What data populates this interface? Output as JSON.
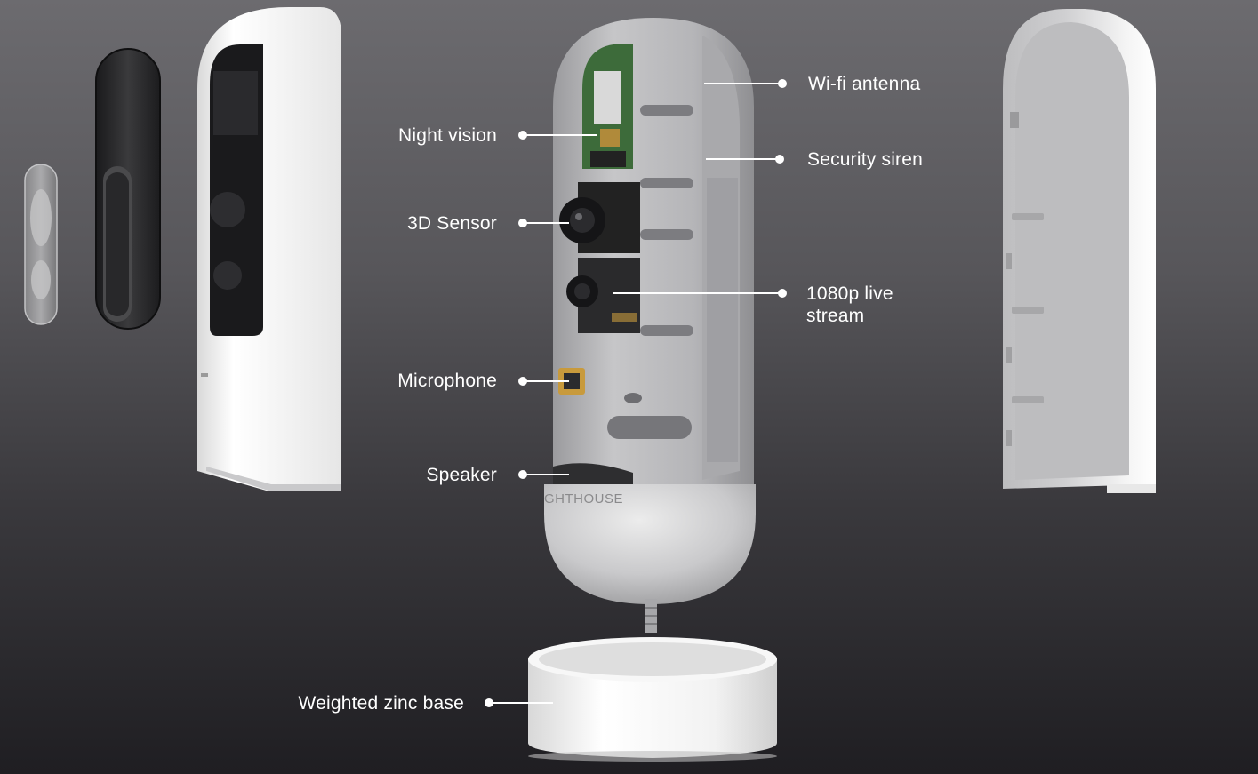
{
  "callouts": {
    "wifi_antenna": "Wi-fi antenna",
    "night_vision": "Night vision",
    "security_siren": "Security siren",
    "sensor_3d": "3D Sensor",
    "live_stream_line1": "1080p live",
    "live_stream_line2": "stream",
    "microphone": "Microphone",
    "speaker": "Speaker",
    "zinc_base": "Weighted zinc base"
  },
  "device": {
    "brand_text": "GHTHOUSE"
  },
  "colors": {
    "background_top": "#6c6b6f",
    "background_bottom": "#1f1e22",
    "callout_text": "#ffffff",
    "callout_line": "#ffffff",
    "shell_white": "#f2f2f2",
    "chassis_gray": "#b9b9bb",
    "pcb_green": "#3d6b3a"
  }
}
